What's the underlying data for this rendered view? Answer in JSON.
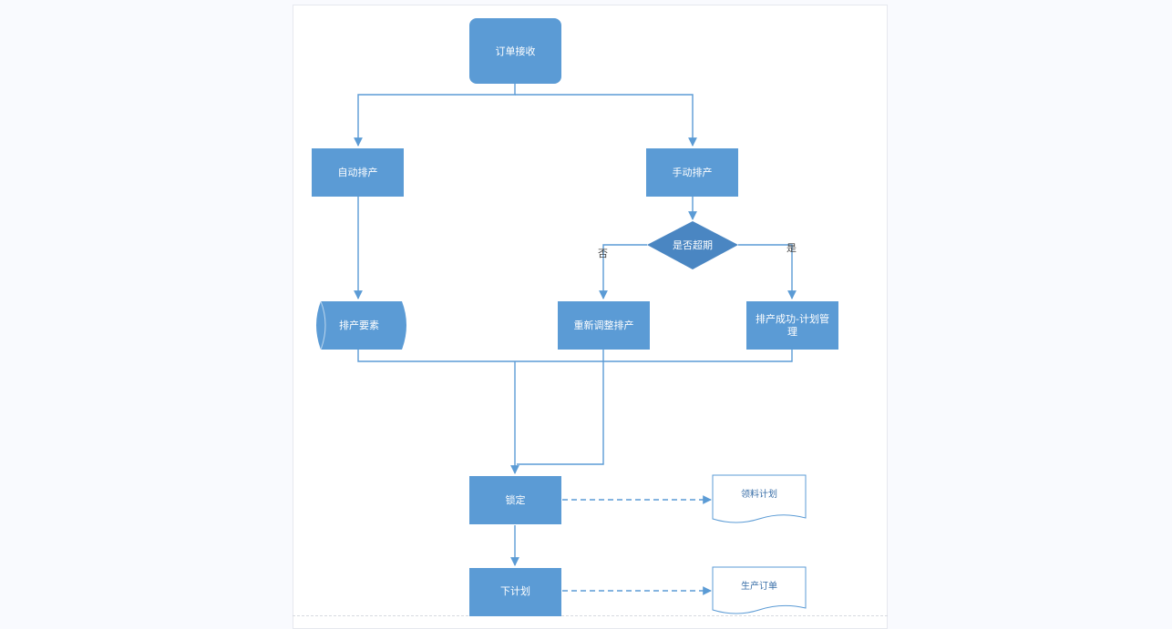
{
  "colors": {
    "node_fill": "#5b9bd5",
    "diamond_fill": "#4a86c2",
    "edge": "#5b9bd5",
    "doc_stroke": "#5b9bd5",
    "doc_text": "#3a6fa8"
  },
  "nodes": {
    "order_receive": "订单接收",
    "auto_schedule": "自动排产",
    "manual_schedule": "手动排产",
    "overdue_decision": "是否超期",
    "schedule_elements": "排产要素",
    "reschedule": "重新调整排产",
    "success_plan_line1": "排产成功-计划管",
    "success_plan_line2": "理",
    "lock": "锁定",
    "issue_plan": "下计划",
    "material_plan_doc": "领料计划",
    "production_order_doc": "生产订单"
  },
  "edge_labels": {
    "no": "否",
    "yes": "是"
  }
}
